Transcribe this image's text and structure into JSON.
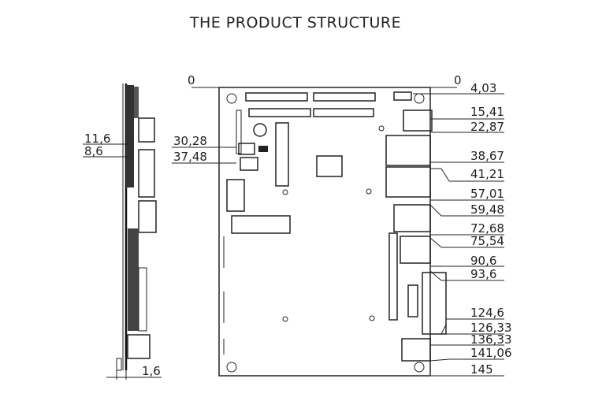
{
  "title": "THE PRODUCT STRUCTURE",
  "top_ruler": {
    "left_zero": "0",
    "right_zero": "0"
  },
  "side_view": {
    "dims_left": [
      "11,6",
      "8,6"
    ],
    "dim_bottom": "1,6"
  },
  "top_view": {
    "dims_left": [
      "30,28",
      "37,48"
    ],
    "dims_right": [
      "4,03",
      "15,41",
      "22,87",
      "38,67",
      "41,21",
      "57,01",
      "59,48",
      "72,68",
      "75,54",
      "90,6",
      "93,6",
      "124,6",
      "126,33",
      "136,33",
      "141,06",
      "145"
    ]
  }
}
